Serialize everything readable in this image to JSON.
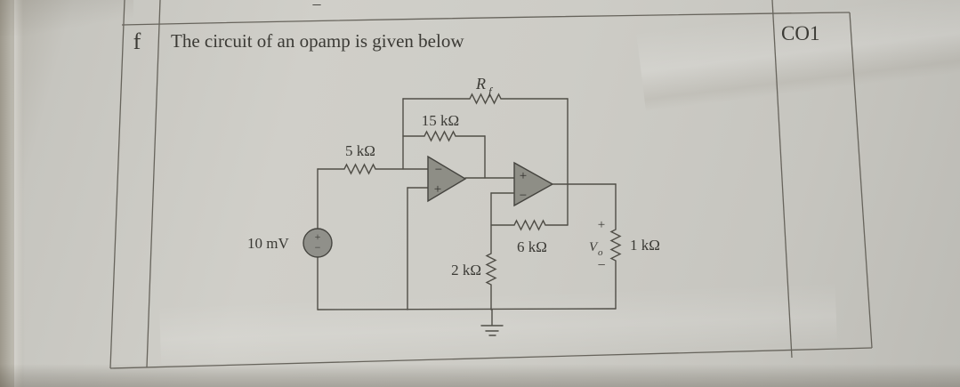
{
  "page": {
    "cropped_fragment": "–"
  },
  "table": {
    "row_label": "f",
    "question": "The circuit of an opamp is given below",
    "co_label": "CO1"
  },
  "circuit": {
    "labels": {
      "rf_symbol": "R",
      "rf_sub": "f",
      "r_stage1_feedback": "15 kΩ",
      "r_input": "5 kΩ",
      "r_to_ground": "2 kΩ",
      "r_stage2_feedback": "6 kΩ",
      "r_load": "1 kΩ",
      "source": "10 mV"
    },
    "source_signs": {
      "plus": "+",
      "minus": "−"
    },
    "opamp1": {
      "top_sign": "−",
      "bottom_sign": "+"
    },
    "opamp2": {
      "top_sign": "+",
      "bottom_sign": "−"
    },
    "output": {
      "plus": "+",
      "v_symbol": "V",
      "v_sub": "o",
      "minus": "−"
    }
  },
  "colors": {
    "paper": "#cdccc6",
    "ink_text": "#3b3a35",
    "circuit_line": "#504e47",
    "table_line": "#67645c",
    "opamp_fill": "#8e8e86"
  }
}
